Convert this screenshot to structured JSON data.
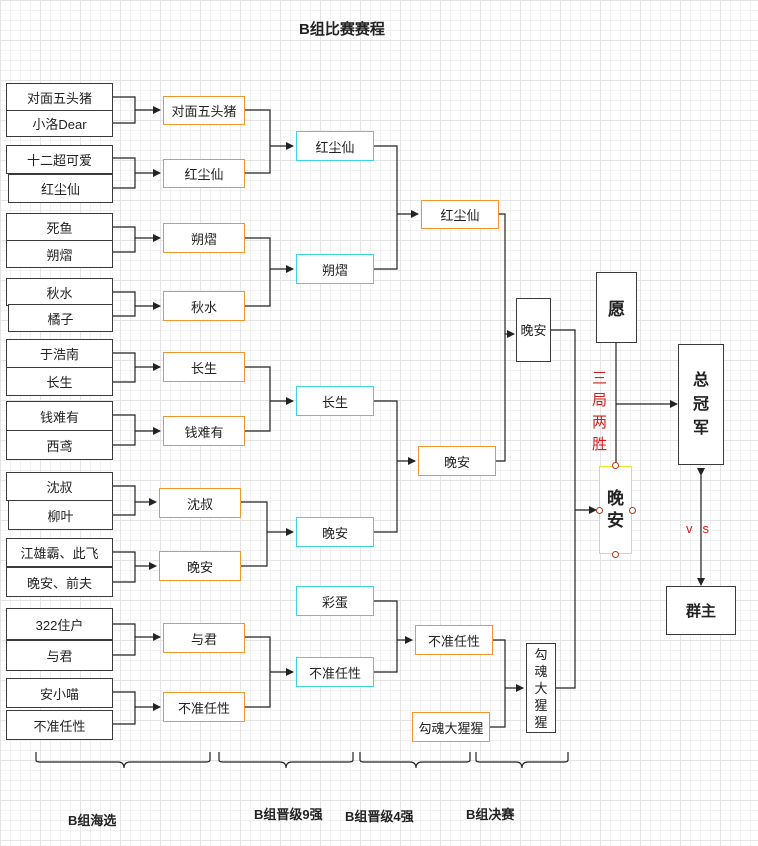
{
  "title": "B组比赛赛程",
  "stages": [
    "B组海选",
    "B组晋级9强",
    "B组晋级4强",
    "B组决赛"
  ],
  "seeds": [
    "对面五头猪",
    "小洛Dear",
    "十二超可爱",
    "红尘仙",
    "死鱼",
    "朔熠",
    "秋水",
    "橘子",
    "于浩南",
    "长生",
    "钱难有",
    "西鸢",
    "沈叔",
    "柳叶",
    "江雄霸、此飞",
    "晚安、前夫",
    "322住户",
    "与君",
    "安小喵",
    "不准任性"
  ],
  "round2": [
    "对面五头猪",
    "红尘仙",
    "朔熠",
    "秋水",
    "长生",
    "钱难有",
    "沈叔",
    "晚安",
    "与君",
    "不准任性"
  ],
  "round3": [
    "红尘仙",
    "朔熠",
    "长生",
    "晚安",
    "彩蛋",
    "不准任性"
  ],
  "round4": [
    "红尘仙",
    "晚安",
    "不准任性",
    "勾魂大猩猩"
  ],
  "semi": [
    "晚安",
    "勾魂大猩猩"
  ],
  "final": {
    "top": "愿",
    "bottom": "晚安",
    "note": "三局两胜",
    "champion": "总冠军",
    "challenger": "群主",
    "vs": "vs"
  },
  "colors": {
    "orange": "#f0962e",
    "cyan": "#3ed3e0",
    "red": "#d61c1c",
    "yellow": "#e8e42a"
  }
}
